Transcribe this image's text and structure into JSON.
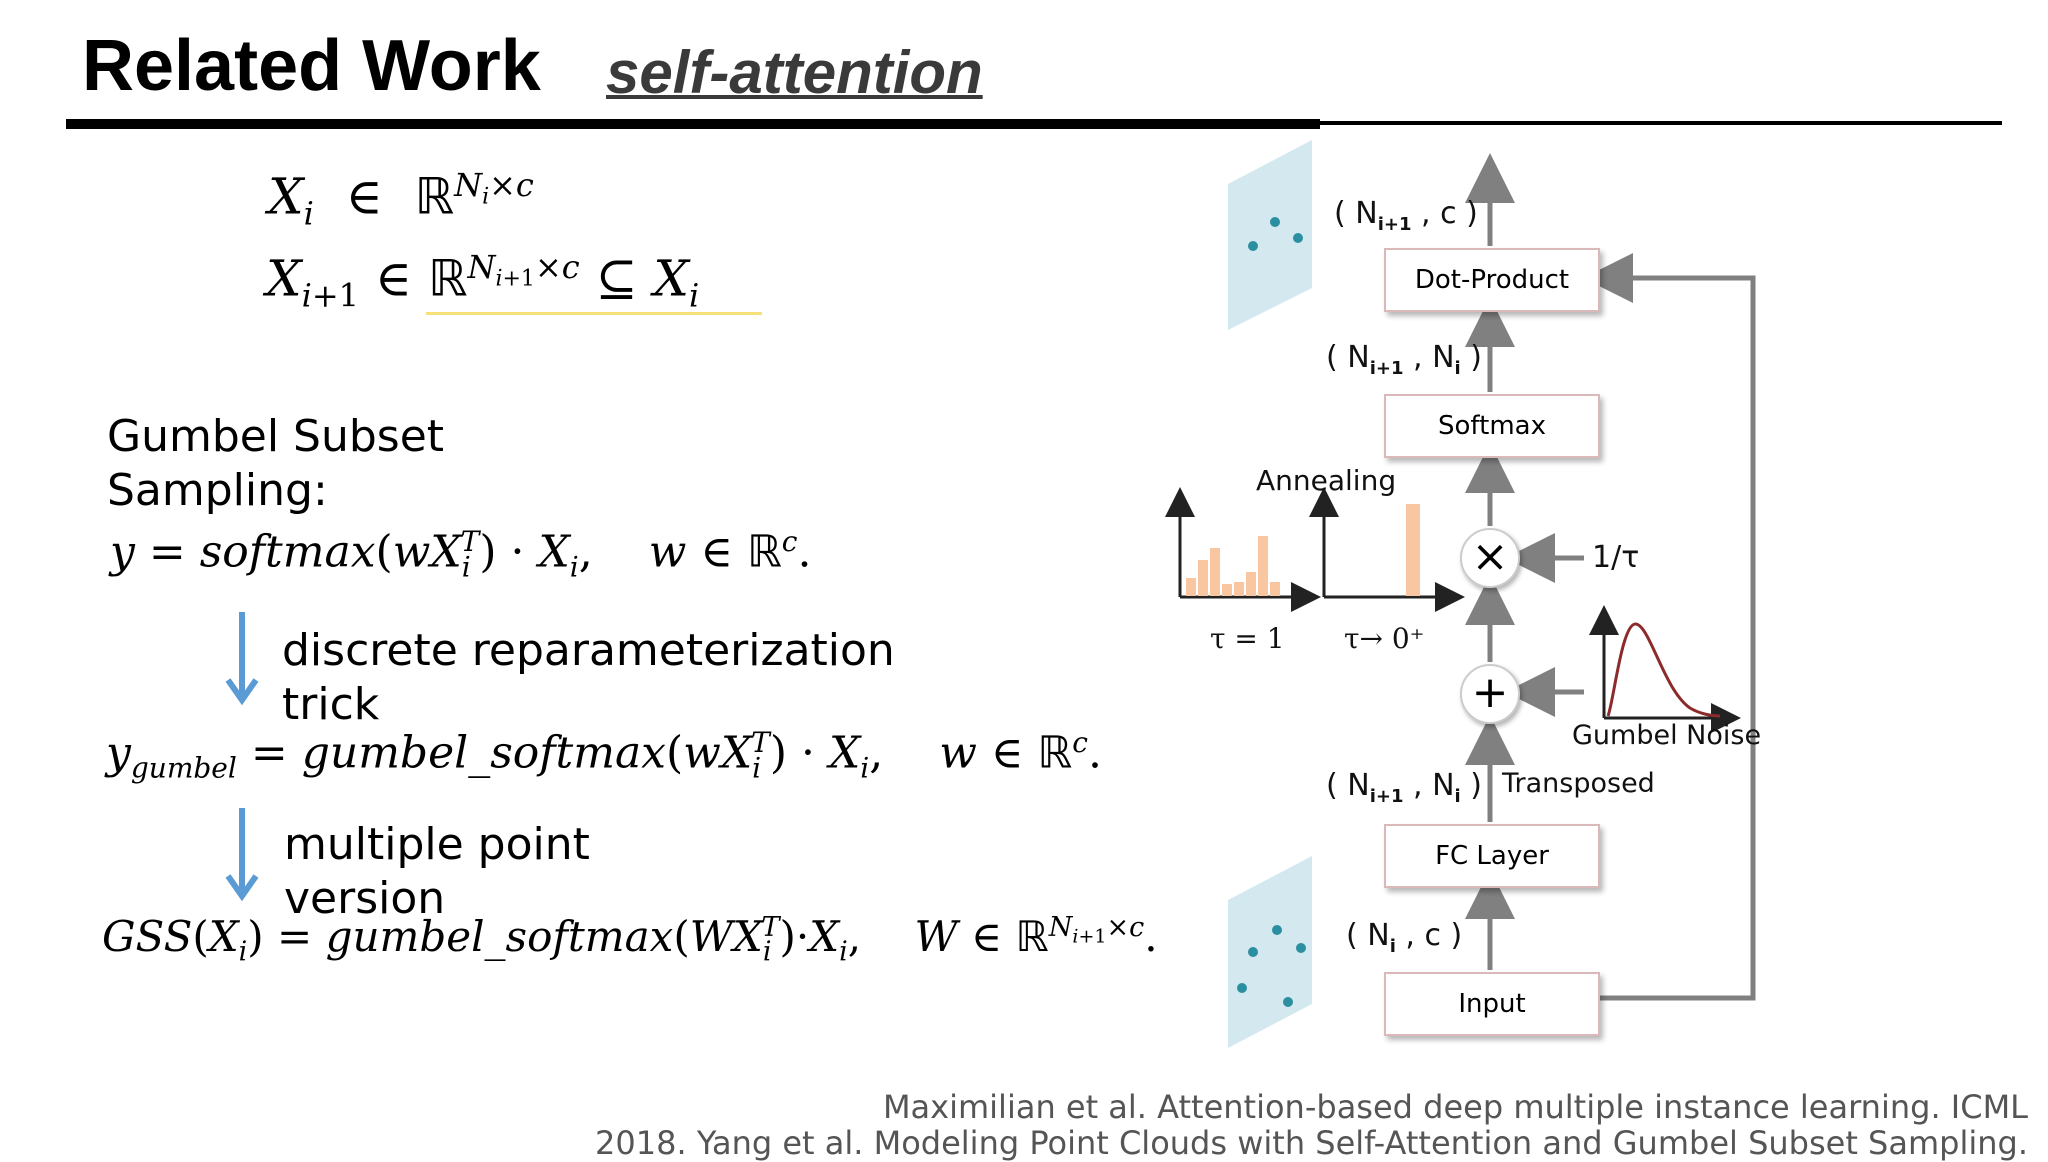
{
  "slide": {
    "title": "Related Work",
    "subtitle": "self-attention"
  },
  "left": {
    "gss_title_line1": "Gumbel Subset",
    "gss_title_line2": "Sampling:",
    "step1_line1": "discrete reparameterization",
    "step1_line2": "trick",
    "step2_line1": "multiple point",
    "step2_line2": "version"
  },
  "diagram": {
    "dot_product": "Dot-Product",
    "softmax": "Softmax",
    "fc_layer": "FC Layer",
    "input": "Input",
    "annealing": "Annealing",
    "tau_one": "τ = 1",
    "tau_zero": "τ→ 0⁺",
    "inv_tau": "1/τ",
    "gumbel_noise": "Gumbel Noise",
    "transposed": "Transposed",
    "times_symbol": "×",
    "plus_symbol": "+"
  },
  "references": {
    "line1": "Maximilian et al. Attention-based deep multiple instance learning. ICML",
    "line2": "2018.  Yang et al. Modeling Point Clouds with Self-Attention and Gumbel Subset Sampling."
  },
  "colors": {
    "arrow_blue": "#5b9bd5",
    "bar_peach": "#f8c6a0",
    "panel_blue": "#cfe6ee",
    "dot_teal": "#2a8fa0",
    "curve_red": "#8b2b2b",
    "highlight_yellow": "#f5e27a"
  }
}
